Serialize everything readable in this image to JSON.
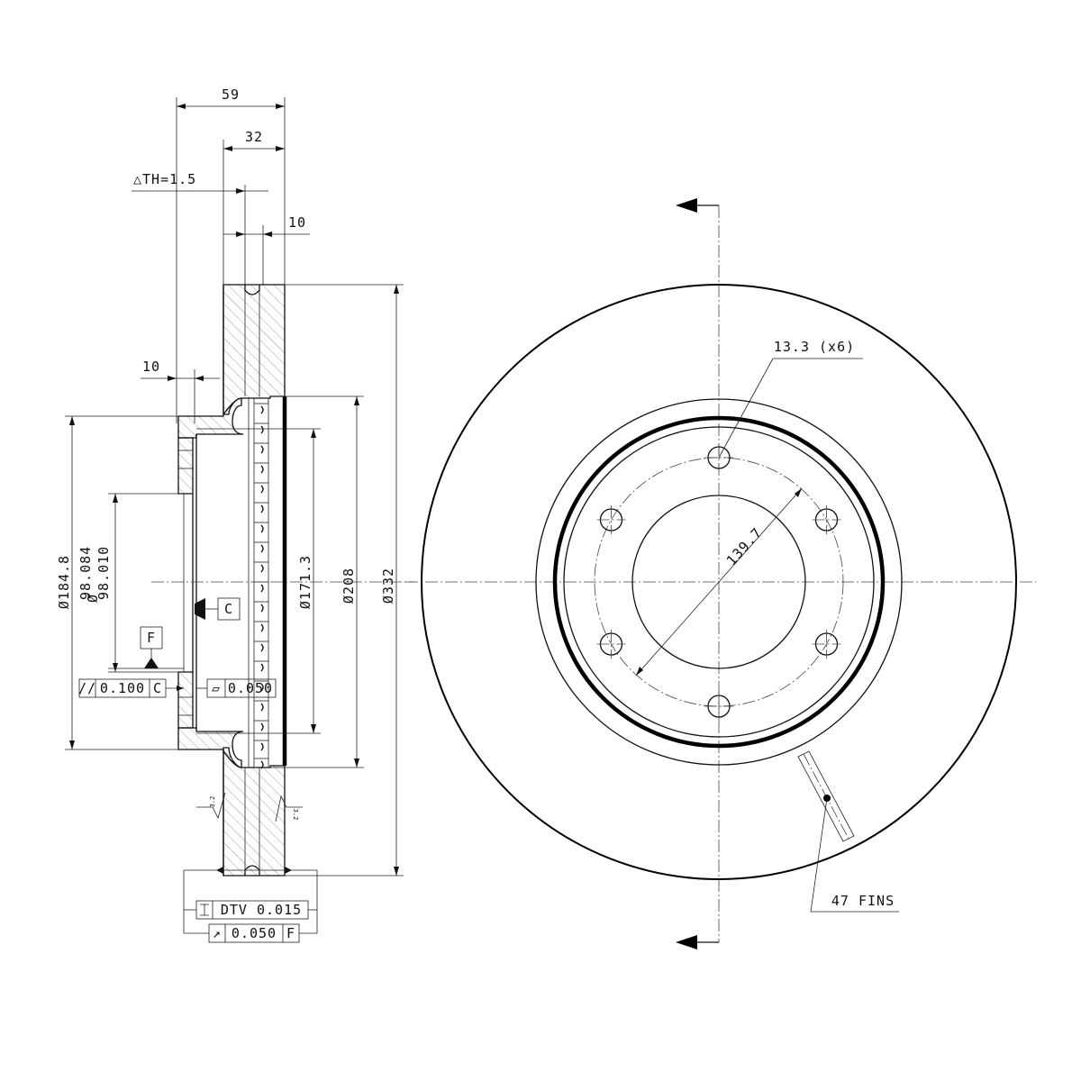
{
  "section_view": {
    "dims": {
      "overall_width": "59",
      "hat_offset": "32",
      "thickness_variation": "△TH=1.5",
      "rotor_thickness": "10",
      "hat_flange": "10",
      "hat_diameter": "Ø184.8",
      "pilot_diameter_max": "98.084",
      "pilot_diameter_min": "98.010",
      "pilot_diameter_symbol": "Ø",
      "inner_diameter": "Ø171.3",
      "friction_inner_diameter": "Ø208",
      "outer_diameter": "Ø332"
    },
    "datums": {
      "c": "C",
      "f": "F"
    },
    "gdt": {
      "parallelism": {
        "symbol": "//",
        "value": "0.100",
        "datum": "C"
      },
      "flatness": {
        "symbol": "▱",
        "value": "0.050"
      },
      "dtv": {
        "label": "DTV 0.015"
      },
      "runout": {
        "symbol": "↗",
        "value": "0.050",
        "datum": "F"
      }
    },
    "roughness": [
      "3.2",
      "3.2"
    ]
  },
  "front_view": {
    "bolt_hole": "13.3 (x6)",
    "pcd": "139.7",
    "fins": "47 FINS"
  }
}
